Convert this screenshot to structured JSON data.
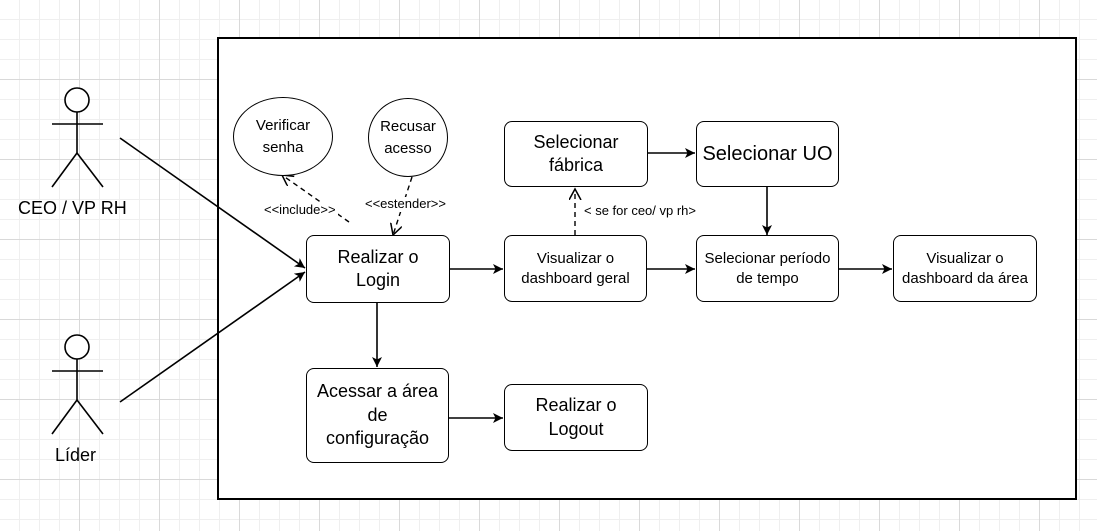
{
  "actors": {
    "ceo": "CEO / VP RH",
    "lider": "Líder"
  },
  "use_cases": {
    "realizar_login": "Realizar o\nLogin",
    "verificar_senha": "Verificar\nsenha",
    "recusar_acesso": "Recusar\nacesso",
    "visualizar_dashboard_geral": "Visualizar o\ndashboard geral",
    "selecionar_fabrica": "Selecionar\nfábrica",
    "selecionar_uo": "Selecionar UO",
    "selecionar_periodo": "Selecionar período\nde tempo",
    "visualizar_dashboard_area": "Visualizar o\ndashboard da área",
    "acessar_configuracao": "Acessar a área\nde\nconfiguração",
    "realizar_logout": "Realizar o\nLogout"
  },
  "relations": {
    "include": "<<include>>",
    "estender": "<<estender>>",
    "condicao": "< se for ceo/ vp rh>"
  }
}
